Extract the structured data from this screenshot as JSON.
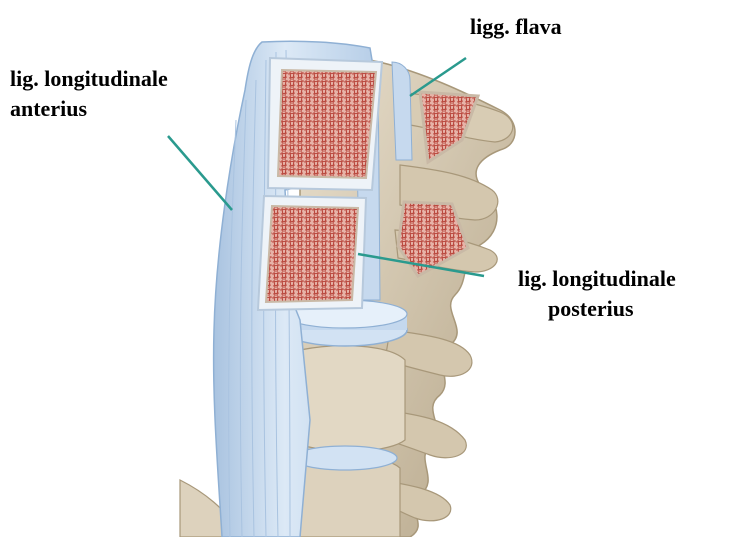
{
  "labels": {
    "anterior_line1": "lig. longitudinale",
    "anterior_line2": "anterius",
    "flava": "ligg. flava",
    "posterior_line1": "lig. longitudinale",
    "posterior_line2": "posterius"
  },
  "colors": {
    "ligament": "#cfe0f2",
    "ligament_shadow": "#a9c3e0",
    "bone": "#ddd2bd",
    "bone_shadow": "#b8a98e",
    "cancellous_bone": "#c86a5e",
    "leader_line": "#2a9a8e",
    "text": "#000000"
  }
}
